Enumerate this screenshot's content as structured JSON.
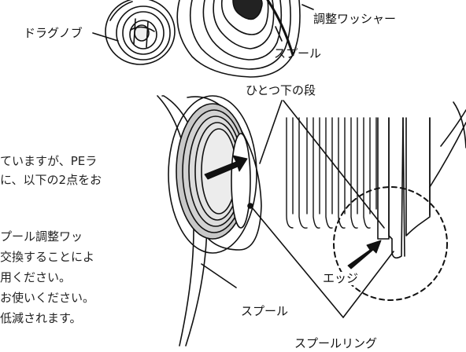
{
  "labels": {
    "drag_knob": "ドラグノブ",
    "adjust_washer": "調整ワッシャー",
    "spool_top": "スプール",
    "one_step_below": "ひとつ下の段",
    "edge": "エッジ",
    "spool_bottom": "スプール",
    "spool_ring": "スプールリング"
  },
  "body_text": [
    "ていますが、PEラ",
    "に、以下の2点をお",
    "プール調整ワッ",
    "交換することによ",
    "用ください。",
    "お使いください。",
    "低減されます。"
  ]
}
